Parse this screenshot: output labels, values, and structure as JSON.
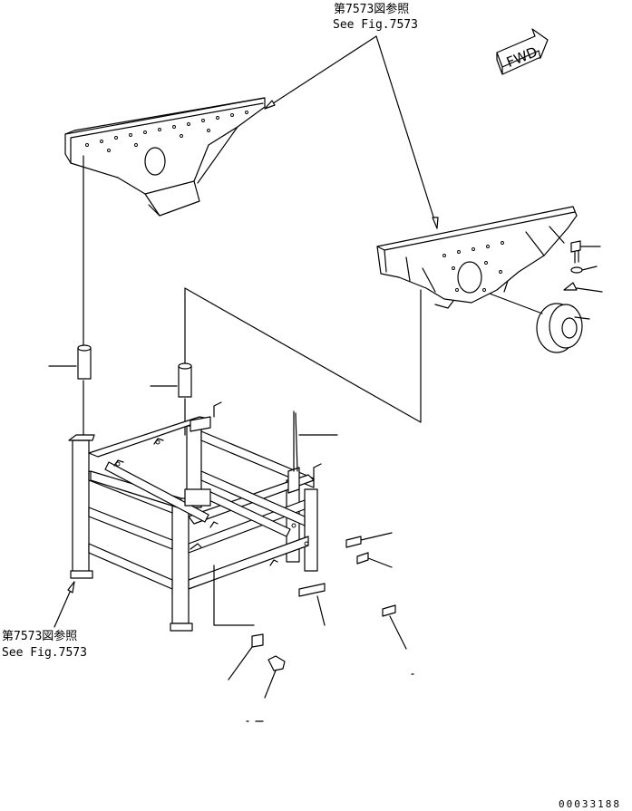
{
  "references": {
    "top_jp": "第7573図参照",
    "top_en": "See Fig.7573",
    "left_jp": "第7573図参照",
    "left_en": "See Fig.7573"
  },
  "fwd_label": "FWD",
  "drawing_number": "00033188"
}
